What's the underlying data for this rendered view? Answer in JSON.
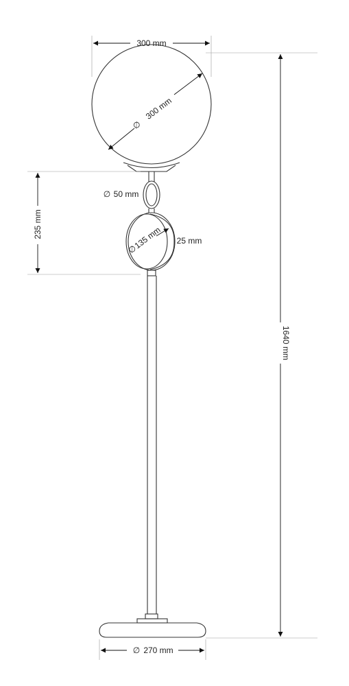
{
  "dimensions": {
    "globe_width": "300 mm",
    "globe_diameter": "300 mm",
    "total_height": "1640 mm",
    "upper_section_height": "235 mm",
    "small_ball_diameter": "50 mm",
    "disc_diameter": "135 mm",
    "disc_thickness": "25 mm",
    "base_diameter": "270 mm"
  },
  "symbols": {
    "diameter": "∅"
  },
  "colors": {
    "line": "#333333",
    "dimension": "#111111",
    "extension": "#999999"
  }
}
